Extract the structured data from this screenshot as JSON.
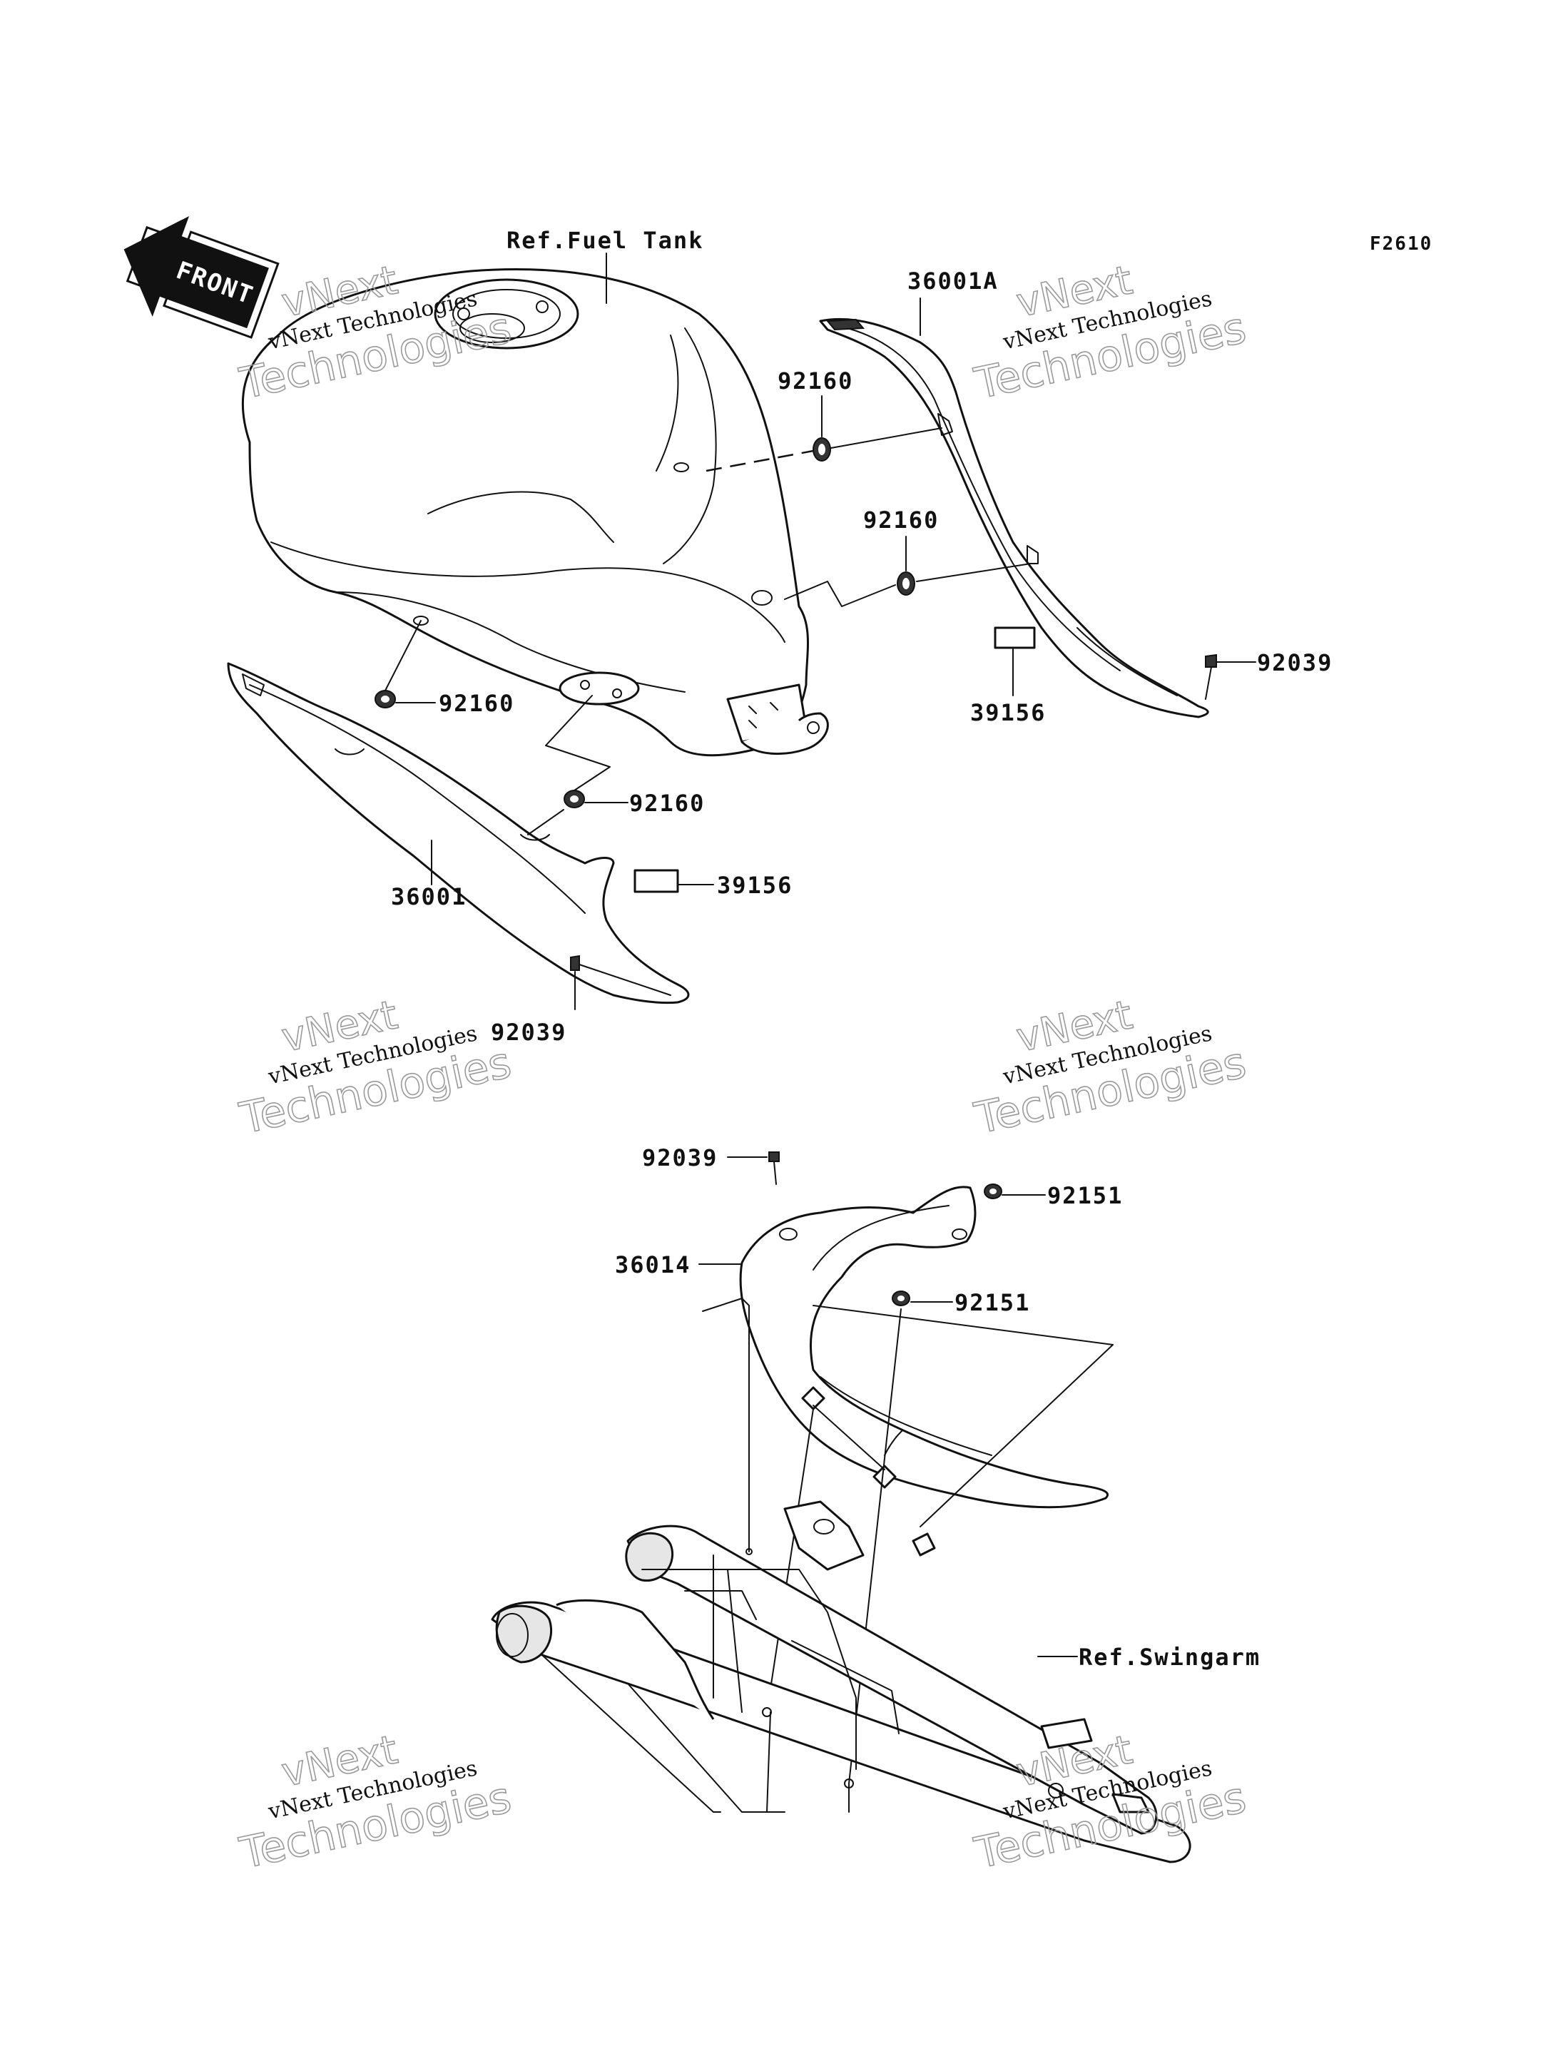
{
  "figure_code": "F2610",
  "front_label": "FRONT",
  "references": {
    "fuel_tank": "Ref.Fuel Tank",
    "swingarm": "Ref.Swingarm"
  },
  "parts": {
    "cover_right_top": "36001A",
    "grommet_upper": "92160",
    "grommet_mid_right": "92160",
    "pad_right": "39156",
    "bolt_right": "92039",
    "grommet_left_a": "92160",
    "grommet_left_b": "92160",
    "cover_left": "36001",
    "pad_left": "39156",
    "bolt_left": "92039",
    "bolt_fender": "92039",
    "fender": "36014",
    "nut_fender_top": "92151",
    "nut_fender_mid": "92151"
  },
  "watermark": {
    "line_small": "vNext Technologies",
    "line_big": "Technologies",
    "line_top": "vNext"
  }
}
